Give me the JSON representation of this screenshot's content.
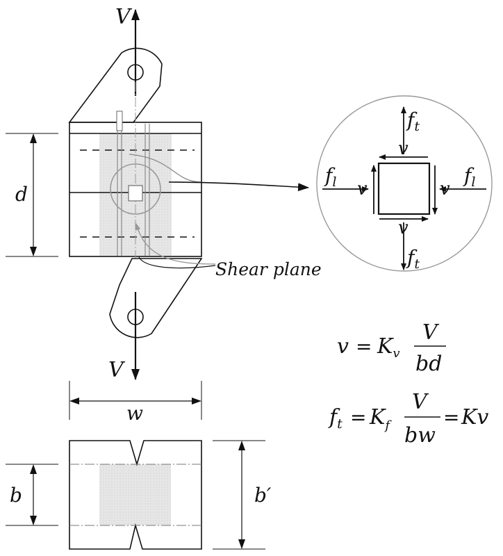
{
  "labels": {
    "shear_force_top": "V",
    "shear_force_bottom": "V",
    "depth": "d",
    "width": "w",
    "thickness": "b",
    "full_thickness": "b′",
    "shear_plane": "Shear plane"
  },
  "stress_element": {
    "ft_top": "f",
    "ft_top_sub": "t",
    "ft_bottom": "f",
    "ft_bottom_sub": "t",
    "fl_left": "f",
    "fl_left_sub": "l",
    "fl_right": "f",
    "fl_right_sub": "l",
    "v_top": "v",
    "v_bottom": "v",
    "v_left": "v",
    "v_right": "v"
  },
  "equations": {
    "eq1": {
      "lhs": "v",
      "eq": "=",
      "K": "K",
      "K_sub": "v",
      "num": "V",
      "den": "bd"
    },
    "eq2": {
      "lhs": "f",
      "lhs_sub": "t",
      "eq": "=",
      "K": "K",
      "K_sub": "f",
      "num": "V",
      "den": "bw",
      "eq2": "=",
      "rhs": "Kv"
    }
  }
}
